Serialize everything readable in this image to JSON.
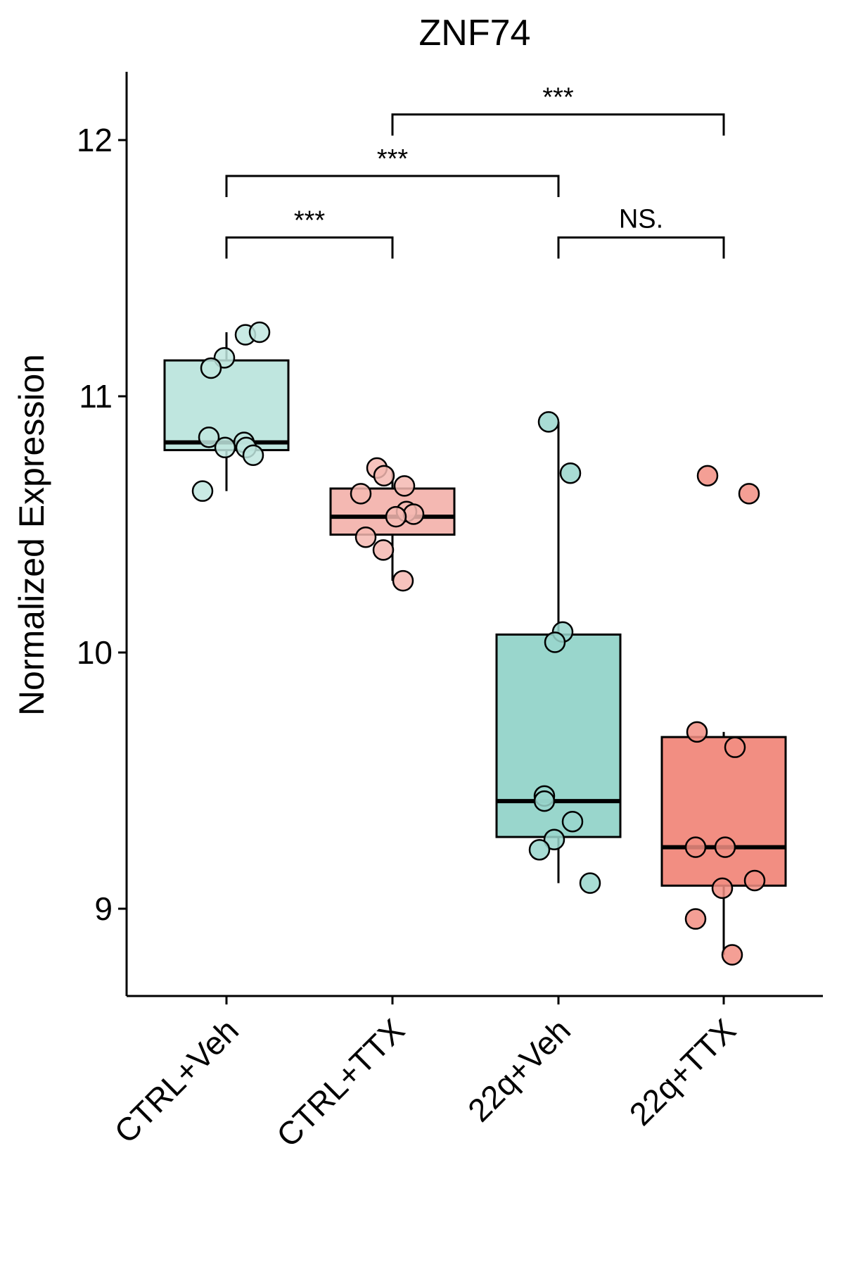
{
  "chart_data": {
    "type": "box",
    "title": "ZNF74",
    "xlabel": "",
    "ylabel": "Normalized Expression",
    "ylim": [
      8.65,
      12.25
    ],
    "yticks": [
      9,
      10,
      11,
      12
    ],
    "ytick_labels": [
      "9",
      "10",
      "11",
      "12"
    ],
    "categories": [
      "CTRL+Veh",
      "CTRL+TTX",
      "22q+Veh",
      "22q+TTX"
    ],
    "colors": [
      "#bfe6df",
      "#f4b8b2",
      "#99d6cc",
      "#f28e82"
    ],
    "boxes": [
      {
        "q1": 10.79,
        "median": 10.82,
        "q3": 11.14,
        "whisker_low": 10.63,
        "whisker_high": 11.25,
        "points": [
          11.24,
          11.25,
          11.15,
          11.11,
          10.84,
          10.82,
          10.8,
          10.8,
          10.77,
          10.63
        ]
      },
      {
        "q1": 10.46,
        "median": 10.53,
        "q3": 10.64,
        "whisker_low": 10.28,
        "whisker_high": 10.71,
        "points": [
          10.72,
          10.69,
          10.65,
          10.62,
          10.55,
          10.54,
          10.53,
          10.45,
          10.4,
          10.28
        ]
      },
      {
        "q1": 9.28,
        "median": 9.42,
        "q3": 10.07,
        "whisker_low": 9.1,
        "whisker_high": 10.9,
        "points": [
          10.9,
          10.7,
          10.08,
          10.04,
          9.44,
          9.42,
          9.34,
          9.27,
          9.23,
          9.1
        ]
      },
      {
        "q1": 9.09,
        "median": 9.24,
        "q3": 9.67,
        "whisker_low": 8.82,
        "whisker_high": 9.69,
        "points": [
          10.69,
          10.62,
          9.69,
          9.63,
          9.24,
          9.24,
          9.11,
          9.08,
          8.96,
          8.82
        ]
      }
    ],
    "comparisons": [
      {
        "from": 0,
        "to": 1,
        "y": 11.62,
        "label": "***"
      },
      {
        "from": 2,
        "to": 3,
        "y": 11.62,
        "label": "NS."
      },
      {
        "from": 0,
        "to": 2,
        "y": 11.86,
        "label": "***"
      },
      {
        "from": 1,
        "to": 3,
        "y": 12.1,
        "label": "***"
      }
    ]
  }
}
